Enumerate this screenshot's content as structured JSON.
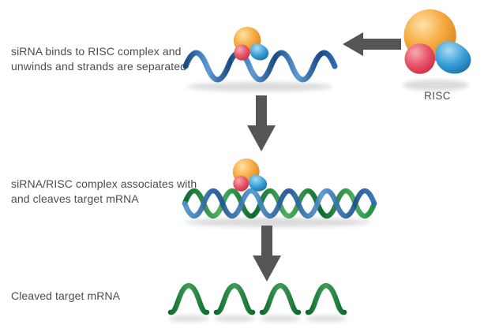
{
  "diagram": {
    "captions": {
      "step1": "siRNA binds to RISC complex and unwinds and strands are separated",
      "step2": "siRNA/RISC complex associates with and cleaves target mRNA",
      "step3": "Cleaved target mRNA"
    },
    "labels": {
      "risc": "RISC"
    },
    "icons": [
      "arrow-left-icon",
      "arrow-down-icon",
      "risc-complex-icon"
    ],
    "colors": {
      "background": "#ffffff",
      "text": "#4c4d4f",
      "arrow": "#545557",
      "strand_blue": "#2a6cb4",
      "strand_blue_dark": "#1a4a84",
      "strand_blue_light": "#5e9bd4",
      "strand_green": "#1e8c45",
      "strand_green_dark": "#0f6b2f",
      "strand_green_light": "#4fae62",
      "risc_orange": "#f5a93f",
      "risc_red": "#e8576a",
      "risc_blue": "#3ba0d8"
    }
  }
}
